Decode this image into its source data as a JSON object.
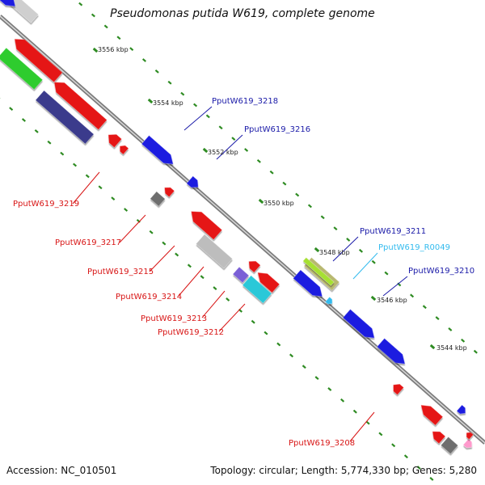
{
  "title": "Pseudomonas putida W619, complete genome",
  "footer": {
    "accession": "Accession: NC_010501",
    "summary": "Topology: circular; Length: 5,774,330 bp; Genes: 5,280"
  },
  "colors": {
    "backbone": "#8a8a8a",
    "tick": "#2e8b22",
    "ruler_label": "#222222",
    "forward_label": "#1a1aa8",
    "reverse_label": "#d81515",
    "rna_label": "#33bbee"
  },
  "ruler": [
    {
      "label": "3556 kbp"
    },
    {
      "label": "3554 kbp"
    },
    {
      "label": "3552 kbp"
    },
    {
      "label": "3550 kbp"
    },
    {
      "label": "3548 kbp"
    },
    {
      "label": "3546 kbp"
    },
    {
      "label": "3544 kbp"
    }
  ],
  "gene_labels": [
    {
      "text": "PputW619_3218",
      "strand": "forward"
    },
    {
      "text": "PputW619_3216",
      "strand": "forward"
    },
    {
      "text": "PputW619_3211",
      "strand": "forward"
    },
    {
      "text": "PputW619_R0049",
      "strand": "rna"
    },
    {
      "text": "PputW619_3210",
      "strand": "forward"
    },
    {
      "text": "PputW619_3219",
      "strand": "reverse"
    },
    {
      "text": "PputW619_3217",
      "strand": "reverse"
    },
    {
      "text": "PputW619_3215",
      "strand": "reverse"
    },
    {
      "text": "PputW619_3214",
      "strand": "reverse"
    },
    {
      "text": "PputW619_3213",
      "strand": "reverse"
    },
    {
      "text": "PputW619_3212",
      "strand": "reverse"
    },
    {
      "text": "PputW619_3208",
      "strand": "reverse"
    }
  ]
}
